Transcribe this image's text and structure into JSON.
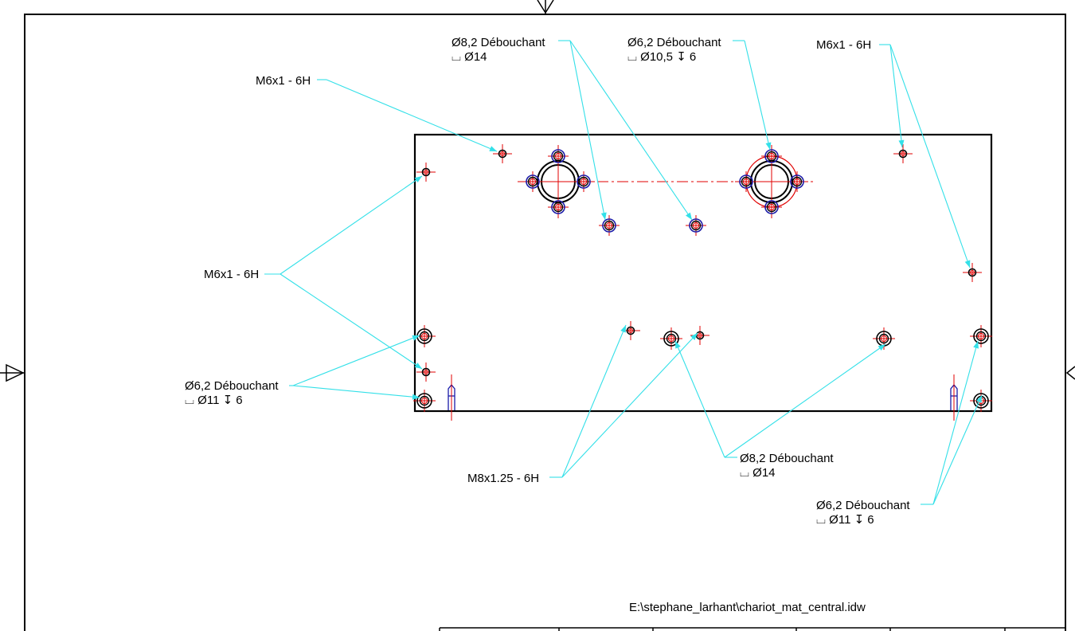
{
  "drawing": {
    "file_path": "E:\\stephane_larhant\\chariot_mat_central.idw",
    "colors": {
      "outline": "#000000",
      "leader": "#33e0e8",
      "centerline": "#e00000",
      "hole_hidden": "#1a1aa8"
    }
  },
  "annotations": [
    {
      "id": "a1",
      "line1": "M6x1 - 6H",
      "line2": ""
    },
    {
      "id": "a2",
      "line1": "Ø8,2 Débouchant",
      "line2": "⌴ Ø14"
    },
    {
      "id": "a3",
      "line1": "Ø6,2 Débouchant",
      "line2": "⌴ Ø10,5 ↧ 6"
    },
    {
      "id": "a4",
      "line1": "M6x1 - 6H",
      "line2": ""
    },
    {
      "id": "a5",
      "line1": "M6x1 - 6H",
      "line2": ""
    },
    {
      "id": "a6",
      "line1": "Ø6,2 Débouchant",
      "line2": "⌴ Ø11 ↧ 6"
    },
    {
      "id": "a7",
      "line1": "M8x1.25 - 6H",
      "line2": ""
    },
    {
      "id": "a8",
      "line1": "Ø8,2 Débouchant",
      "line2": "⌴ Ø14"
    },
    {
      "id": "a9",
      "line1": "Ø6,2 Débouchant",
      "line2": "⌴ Ø11 ↧ 6"
    }
  ]
}
